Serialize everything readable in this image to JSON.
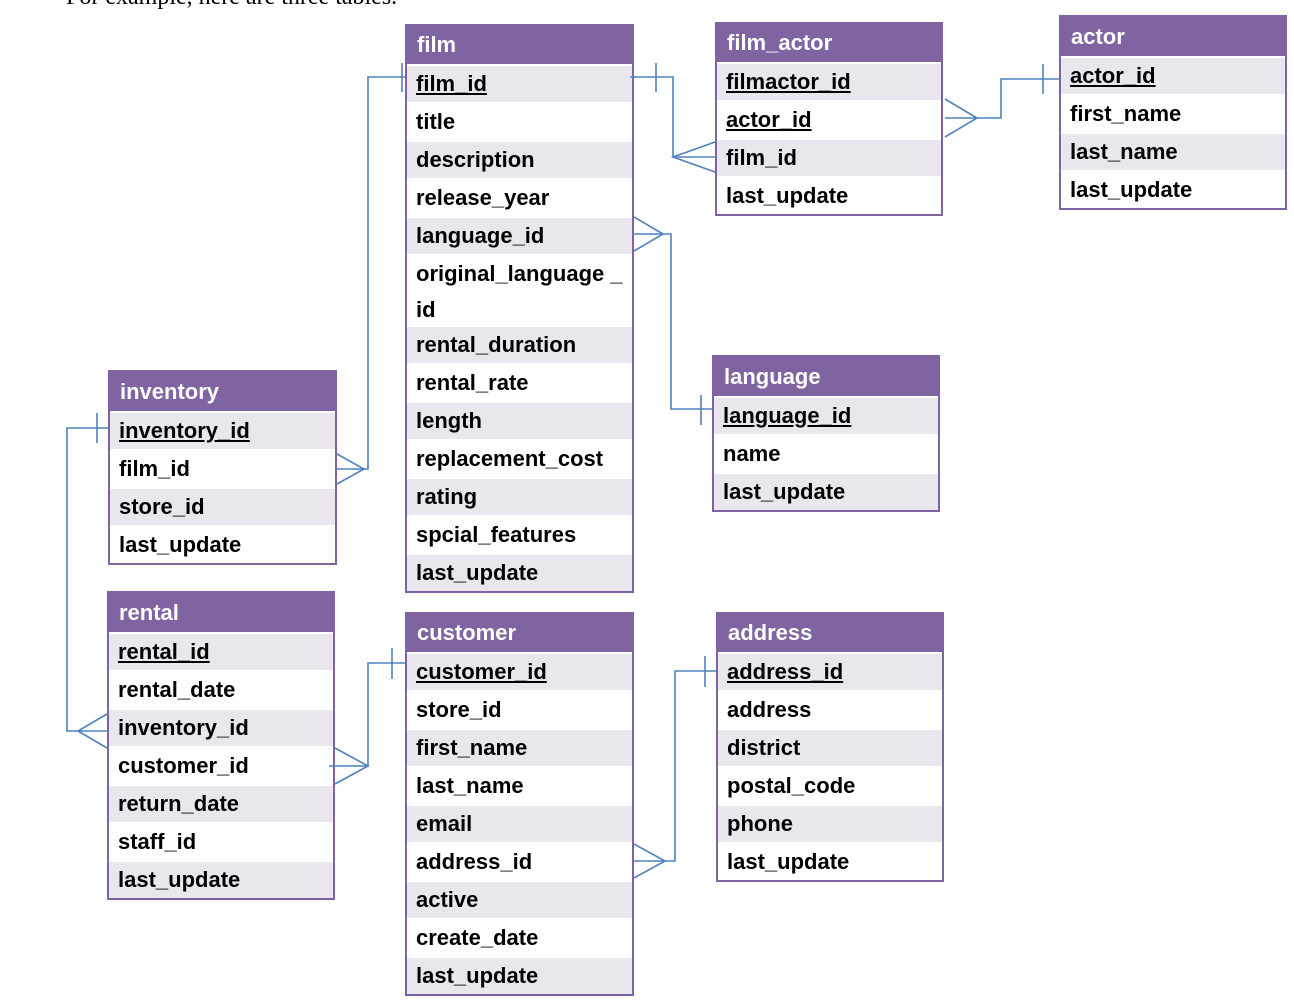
{
  "intro_text": "For example, here are three tables.",
  "colors": {
    "header": "#8064a2",
    "row_alt": "#e9e6ee",
    "connector": "#4f81bd"
  },
  "tables": {
    "film": {
      "title": "film",
      "fields": [
        "film_id",
        "title",
        "description",
        "release_year",
        "language_id",
        "original_language _id",
        "rental_duration",
        "rental_rate",
        "length",
        "replacement_cost",
        "rating",
        "spcial_features",
        "last_update"
      ]
    },
    "film_actor": {
      "title": "film_actor",
      "fields": [
        "filmactor_id",
        "actor_id",
        "film_id",
        "last_update"
      ]
    },
    "actor": {
      "title": "actor",
      "fields": [
        "actor_id",
        "first_name",
        "last_name",
        "last_update"
      ]
    },
    "language": {
      "title": "language",
      "fields": [
        "language_id",
        "name",
        "last_update"
      ]
    },
    "inventory": {
      "title": "inventory",
      "fields": [
        "inventory_id",
        "film_id",
        "store_id",
        "last_update"
      ]
    },
    "rental": {
      "title": "rental",
      "fields": [
        "rental_id",
        "rental_date",
        "inventory_id",
        "customer_id",
        "return_date",
        "staff_id",
        "last_update"
      ]
    },
    "customer": {
      "title": "customer",
      "fields": [
        "customer_id",
        "store_id",
        "first_name",
        "last_name",
        "email",
        "address_id",
        "active",
        "create_date",
        "last_update"
      ]
    },
    "address": {
      "title": "address",
      "fields": [
        "address_id",
        "address",
        "district",
        "postal_code",
        "phone",
        "last_update"
      ]
    }
  }
}
